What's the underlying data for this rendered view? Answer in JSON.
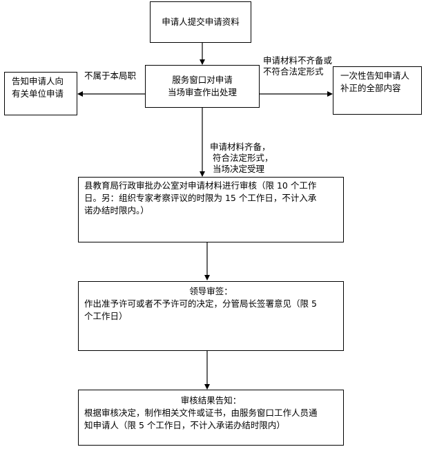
{
  "nodes": {
    "submit": {
      "text": "申请人提交申请资料"
    },
    "window": {
      "line1": "服务窗口对申请",
      "line2": "当场审查作出处理"
    },
    "left": {
      "line1": "告知申请人向",
      "line2": "有关单位申请"
    },
    "right": {
      "line1": "一次性告知申请人",
      "line2": "补正的全部内容"
    },
    "review": {
      "line1": "县教育局行政审批办公室对申请材料进行审核（限 10 个工作",
      "line2": "日。另：组织专家考察评议的时限为 15 个工作日，不计入承",
      "line3": "诺办结时限内。）"
    },
    "leader": {
      "title": "领导审签：",
      "line1": "作出准予许可或者不予许可的决定，分管局长签署意见（限 5",
      "line2": "个工作日）"
    },
    "notify": {
      "title": "审核结果告知：",
      "line1": "根据审核决定，制作相关文件或证书，由服务窗口工作人员通",
      "line2": "知申请人（限 5 个工作日，不计入承诺办结时限内）"
    }
  },
  "edge_labels": {
    "left": "不属于本局职",
    "right1": "申请材料不齐备或",
    "right2": "不符合法定形式",
    "down1": "申请材料齐备，",
    "down2": "符合法定形式，",
    "down3": "当场决定受理"
  }
}
